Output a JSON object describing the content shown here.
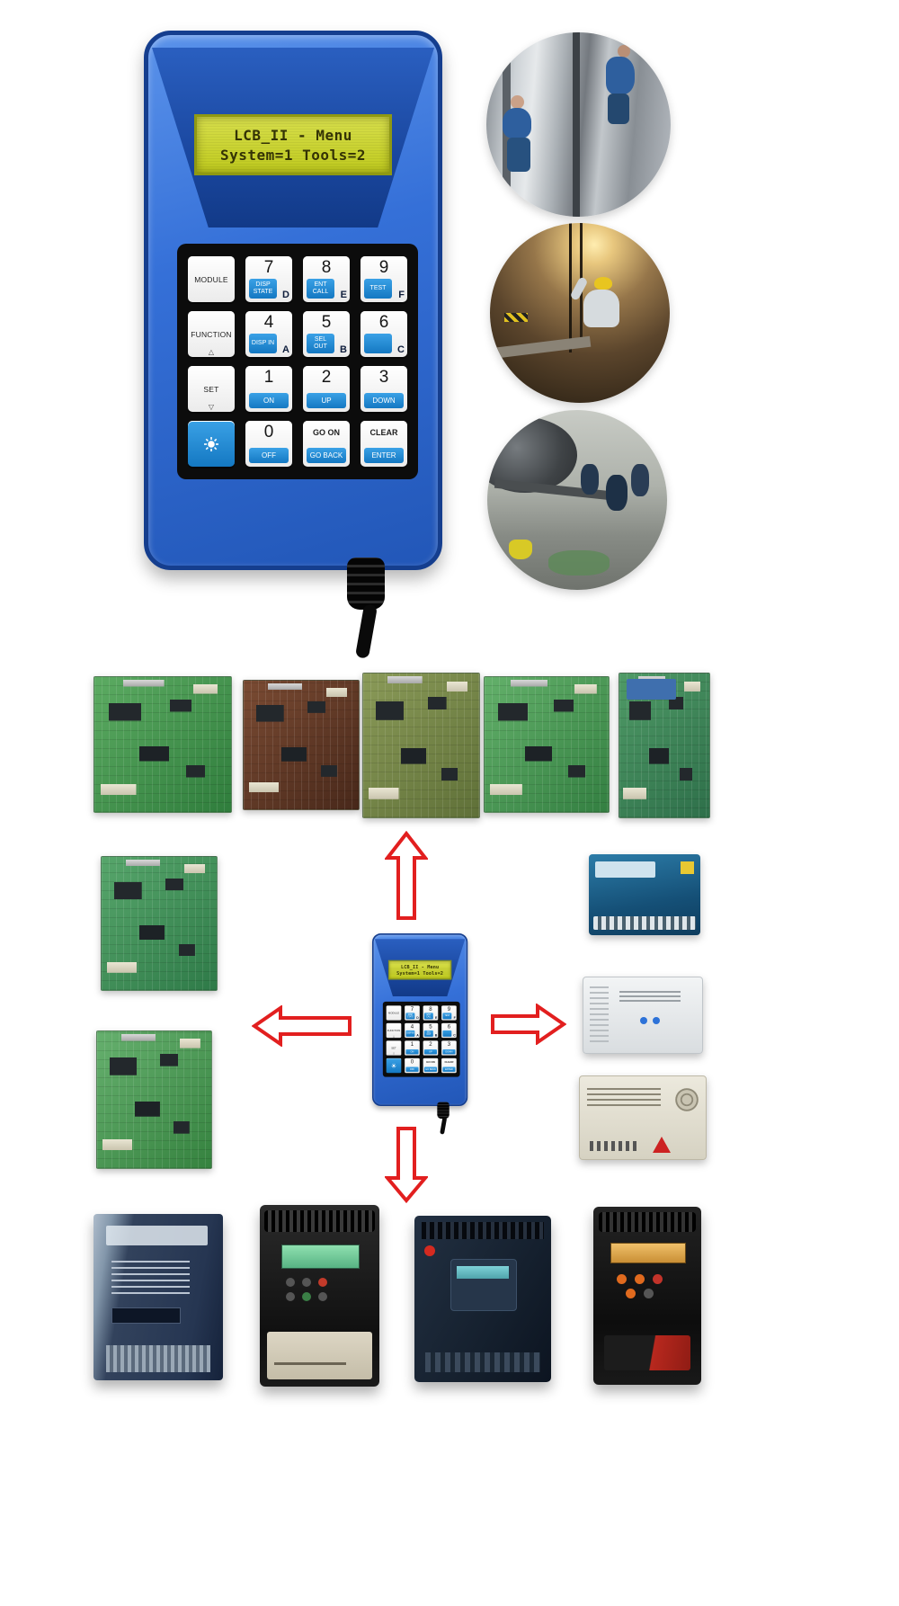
{
  "lcd": {
    "line1": "LCB_II - Menu",
    "line2": "System=1 Tools=2"
  },
  "keys": {
    "module": "MODULE",
    "function": "FUNCTION",
    "function_arrow": "△",
    "set": "SET",
    "set_arrow": "▽",
    "k7": {
      "digit": "7",
      "label": "DISP STATE",
      "letter": "D"
    },
    "k8": {
      "digit": "8",
      "label": "ENT CALL",
      "letter": "E"
    },
    "k9": {
      "digit": "9",
      "label": "TEST",
      "letter": "F"
    },
    "k4": {
      "digit": "4",
      "label": "DISP IN",
      "letter": "A"
    },
    "k5": {
      "digit": "5",
      "label": "SEL OUT",
      "letter": "B"
    },
    "k6": {
      "digit": "6",
      "label": "",
      "letter": "C"
    },
    "k1": {
      "digit": "1",
      "label": "ON"
    },
    "k2": {
      "digit": "2",
      "label": "UP"
    },
    "k3": {
      "digit": "3",
      "label": "DOWN"
    },
    "k0": {
      "digit": "0",
      "label": "OFF"
    },
    "go": {
      "top": "GO ON",
      "bottom": "GO BACK"
    },
    "clear": {
      "top": "CLEAR",
      "bottom": "ENTER"
    }
  },
  "colors": {
    "device_blue": "#2a63cf",
    "device_border_blue": "#153e8e",
    "key_blue": "#1f8fd8",
    "lcd_green": "#ccd52e",
    "lcd_text": "#343305",
    "keypad_black": "#0c0c0c",
    "arrow_red": "#e21f1f"
  },
  "icons": {
    "shift_key": "lamp-icon"
  },
  "diagram": {
    "arrows": [
      "up",
      "left",
      "right",
      "down"
    ]
  }
}
